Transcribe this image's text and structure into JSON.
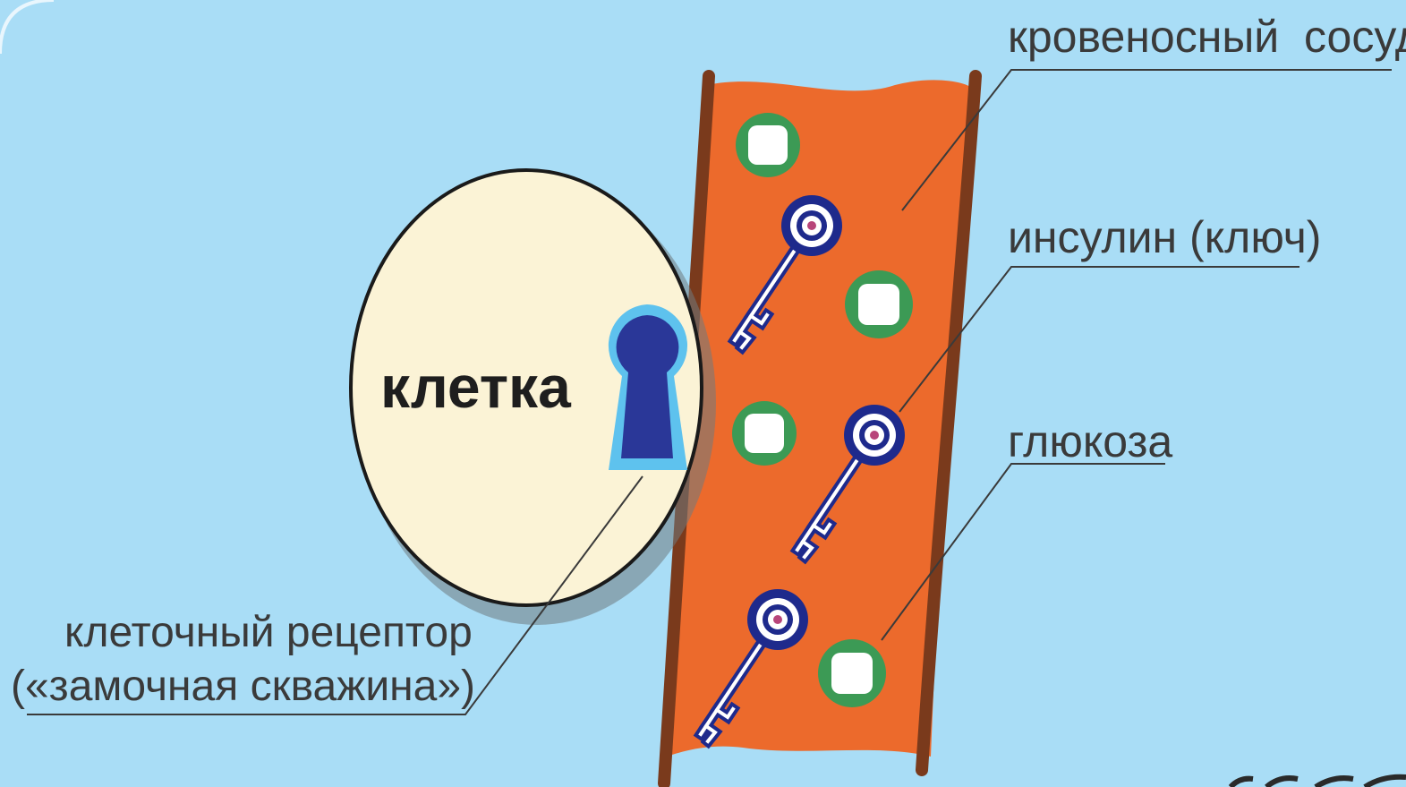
{
  "cell": {
    "label": "клетка"
  },
  "labels": {
    "vessel": "кровеносный  сосуд",
    "insulin": "инсулин (ключ)",
    "glucose": "глюкоза",
    "receptor_line1": "клеточный рецептор",
    "receptor_line2": "(«замочная скважина»)"
  },
  "colors": {
    "background": "#a9ddf6",
    "cell_fill": "#fbf3d6",
    "vessel_fill": "#ec6a2c",
    "vessel_wall": "#7a3a1c",
    "key_color": "#1e2a8c",
    "glucose_ring": "#3c9a55",
    "keyhole_color": "#2a3798",
    "keyhole_glow": "#5ec2ee"
  }
}
